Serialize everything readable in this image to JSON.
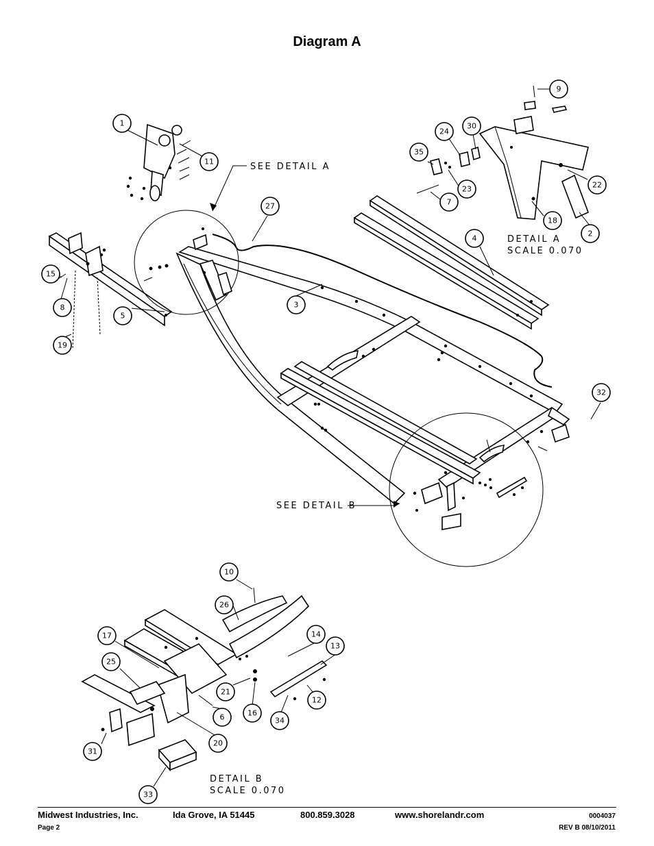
{
  "title": "Diagram A",
  "callouts": [
    "1",
    "11",
    "27",
    "24",
    "30",
    "35",
    "23",
    "9",
    "22",
    "7",
    "18",
    "2",
    "4",
    "3",
    "5",
    "15",
    "8",
    "19",
    "32",
    "10",
    "26",
    "14",
    "13",
    "17",
    "25",
    "21",
    "16",
    "12",
    "6",
    "34",
    "20",
    "31",
    "33"
  ],
  "notes": {
    "see_detail_a": "SEE DETAIL  A",
    "see_detail_b": "SEE DETAIL  B",
    "detail_a_line1": "DETAIL  A",
    "detail_a_line2": "SCALE  0.070",
    "detail_b_line1": "DETAIL  B",
    "detail_b_line2": "SCALE  0.070"
  },
  "footer": {
    "company": "Midwest Industries, Inc.",
    "location": "Ida Grove, IA  51445",
    "phone": "800.859.3028",
    "website": "www.shorelandr.com",
    "doc_number": "0004037",
    "page": "Page 2",
    "revision": "REV B  08/10/2011"
  }
}
